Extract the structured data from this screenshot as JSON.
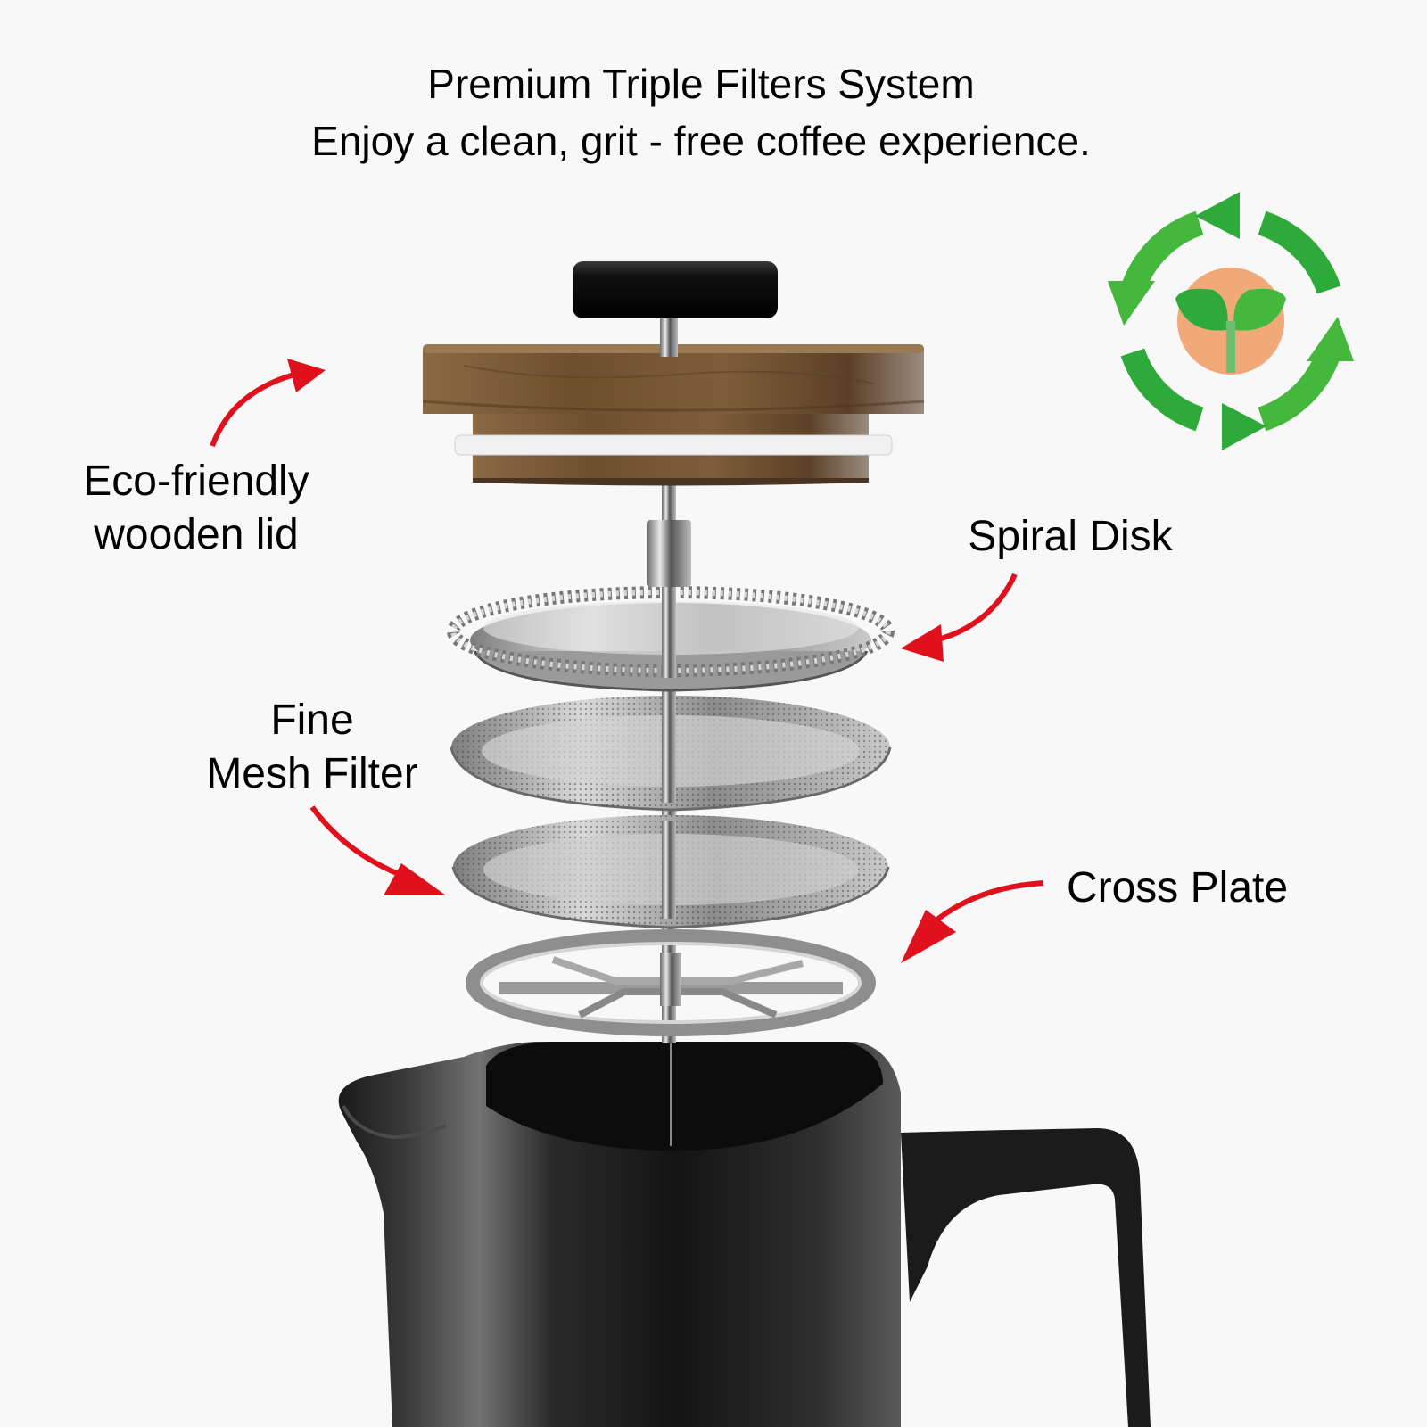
{
  "header": {
    "title": "Premium Triple Filters System",
    "subtitle": "Enjoy a clean, grit - free coffee  experience."
  },
  "callouts": [
    {
      "id": "wooden-lid",
      "lines": [
        "Eco-friendly",
        "wooden lid"
      ]
    },
    {
      "id": "spiral-disk",
      "lines": [
        "Spiral Disk"
      ]
    },
    {
      "id": "fine-mesh-filter",
      "lines": [
        "Fine",
        "Mesh Filter"
      ]
    },
    {
      "id": "cross-plate",
      "lines": [
        "Cross Plate"
      ]
    }
  ],
  "badges": {
    "eco": {
      "icon": "recycle-sprout-icon"
    }
  },
  "colors": {
    "background": "#f8f8f8",
    "arrow": "#e0101c",
    "eco_green": "#2eaa3a",
    "eco_green_light": "#43b83c",
    "eco_circle": "#f2a97a",
    "wood": "#7a5a36",
    "pot": "#1c1c1c",
    "steel": "#b8b8b8"
  }
}
